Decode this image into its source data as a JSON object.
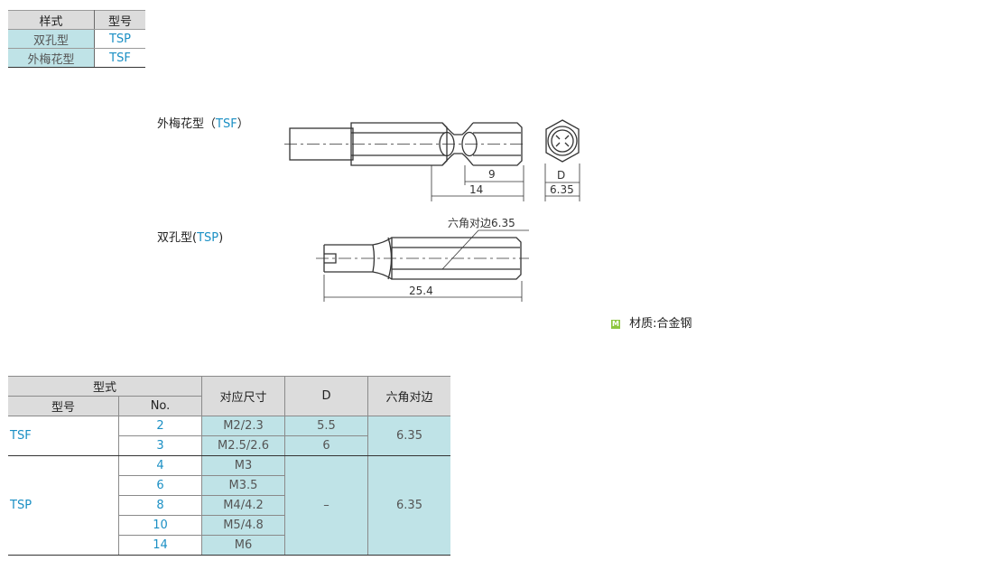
{
  "style_table": {
    "headers": [
      "样式",
      "型号"
    ],
    "rows": [
      {
        "style": "双孔型",
        "model": "TSP"
      },
      {
        "style": "外梅花型",
        "model": "TSF"
      }
    ]
  },
  "diagram_tsf": {
    "label_prefix": "外梅花型（",
    "label_model": "TSF",
    "label_suffix": "）",
    "dim_9": "9",
    "dim_14": "14",
    "dim_d": "D",
    "dim_635": "6.35"
  },
  "diagram_tsp": {
    "label_prefix": "双孔型(",
    "label_model": "TSP",
    "label_suffix": ")",
    "hex_note": "六角对边6.35",
    "dim_254": "25.4"
  },
  "material": {
    "icon_letter": "M",
    "text": "材质:合金钢"
  },
  "spec_table": {
    "group_header": "型式",
    "col_model": "型号",
    "col_no": "No.",
    "col_size": "对应尺寸",
    "col_d": "D",
    "col_hex": "六角对边",
    "tsf": {
      "model": "TSF",
      "hex": "6.35",
      "rows": [
        {
          "no": "2",
          "size": "M2/2.3",
          "d": "5.5"
        },
        {
          "no": "3",
          "size": "M2.5/2.6",
          "d": "6"
        }
      ]
    },
    "tsp": {
      "model": "TSP",
      "hex": "6.35",
      "d": "–",
      "rows": [
        {
          "no": "4",
          "size": "M3"
        },
        {
          "no": "6",
          "size": "M3.5"
        },
        {
          "no": "8",
          "size": "M4/4.2"
        },
        {
          "no": "10",
          "size": "M5/4.8"
        },
        {
          "no": "14",
          "size": "M6"
        }
      ]
    }
  }
}
